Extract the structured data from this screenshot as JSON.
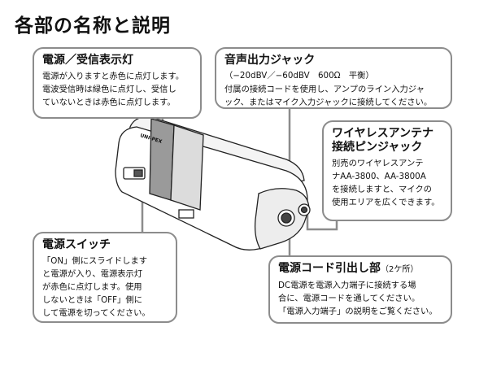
{
  "page": {
    "title": "各部の名称と説明"
  },
  "callouts": {
    "power_lamp": {
      "heading": "電源／受信表示灯",
      "body": "電源が入りますと赤色に点灯します。\n電波受信時は緑色に点灯し、受信し\nていないときは赤色に点灯します。"
    },
    "audio_out": {
      "heading": "音声出力ジャック",
      "spec": "（−20dBV／−60dBV　600Ω　平衡）",
      "body": "付属の接続コードを使用し、アンプのライン入力ジャ\nック、またはマイク入力ジャックに接続してください。"
    },
    "antenna": {
      "heading": "ワイヤレスアンテナ\n接続ピンジャック",
      "body": "別売のワイヤレスアンテ\nナAA-3800、AA-3800A\nを接続しますと、マイクの\n使用エリアを広くできます。"
    },
    "switch": {
      "heading": "電源スイッチ",
      "body": "「ON」側にスライドします\nと電源が入り、電源表示灯\nが赤色に点灯します。使用\nしないときは「OFF」側に\nして電源を切ってください。"
    },
    "cord": {
      "heading": "電源コード引出し部",
      "heading_note": "（2ケ所）",
      "body": "DC電源を電源入力端子に接続する場\n合に、電源コードを通してください。\n「電源入力端子」の説明をご覧ください。"
    }
  },
  "device": {
    "brand_label": "UNI-PEX"
  },
  "colors": {
    "box_border": "#8c8c8c",
    "leader_line": "#8c8c8c"
  }
}
